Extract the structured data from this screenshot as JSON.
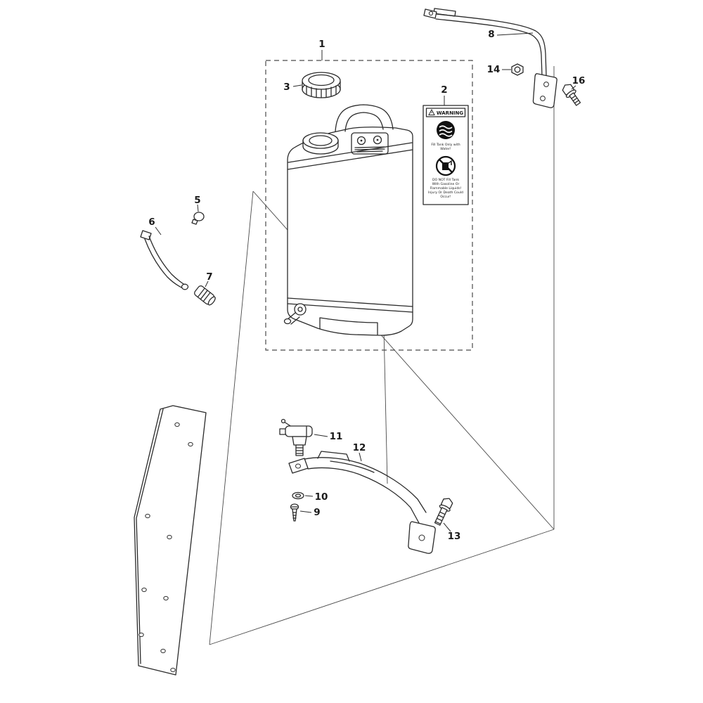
{
  "colors": {
    "line": "#2b2b2b",
    "background": "#ffffff"
  },
  "labels": {
    "p1": "1",
    "p2": "2",
    "p3": "3",
    "p5": "5",
    "p6": "6",
    "p7": "7",
    "p8": "8",
    "p9": "9",
    "p10": "10",
    "p11": "11",
    "p12": "12",
    "p13": "13",
    "p14": "14",
    "p16": "16"
  },
  "warning_label": {
    "header": "WARNING",
    "water_lines": [
      "Fill Tank Only with",
      "Water!"
    ],
    "fuel_lines": [
      "DO NOT Fill Tank",
      "With Gasoline Or",
      "Flammable Liquids!",
      "Injury Or Death Could",
      "Occur!"
    ]
  }
}
